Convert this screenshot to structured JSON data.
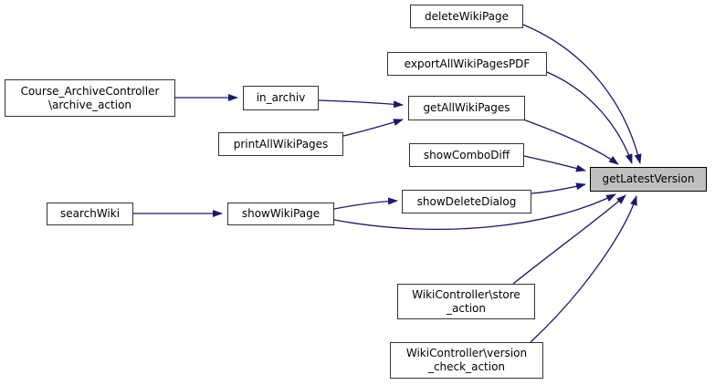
{
  "diagram": {
    "kind": "call-graph",
    "highlighted_node": "getLatestVersion",
    "colors": {
      "background": "#ffffff",
      "edge": "#191970",
      "node_border": "#333333",
      "node_fill": "#ffffff",
      "highlight_fill": "#bfbfbf",
      "text": "#000000"
    },
    "nodes": {
      "delete_wiki_page": {
        "label": "deleteWikiPage"
      },
      "export_all_wiki_pages_pdf": {
        "label": "exportAllWikiPagesPDF"
      },
      "course_archive_controller": {
        "line1": "Course_ArchiveController",
        "line2": "\\archive_action"
      },
      "in_archiv": {
        "label": "in_archiv"
      },
      "get_all_wiki_pages": {
        "label": "getAllWikiPages"
      },
      "print_all_wiki_pages": {
        "label": "printAllWikiPages"
      },
      "show_combo_diff": {
        "label": "showComboDiff"
      },
      "get_latest_version": {
        "label": "getLatestVersion"
      },
      "show_delete_dialog": {
        "label": "showDeleteDialog"
      },
      "search_wiki": {
        "label": "searchWiki"
      },
      "show_wiki_page": {
        "label": "showWikiPage"
      },
      "wiki_controller_store": {
        "line1": "WikiController\\store",
        "line2": "_action"
      },
      "wiki_controller_version": {
        "line1": "WikiController\\version",
        "line2": "_check_action"
      }
    },
    "edges": [
      {
        "from": "Course_ArchiveController\\archive_action",
        "to": "in_archiv"
      },
      {
        "from": "in_archiv",
        "to": "getAllWikiPages"
      },
      {
        "from": "printAllWikiPages",
        "to": "getAllWikiPages"
      },
      {
        "from": "deleteWikiPage",
        "to": "getLatestVersion"
      },
      {
        "from": "exportAllWikiPagesPDF",
        "to": "getLatestVersion"
      },
      {
        "from": "getAllWikiPages",
        "to": "getLatestVersion"
      },
      {
        "from": "showComboDiff",
        "to": "getLatestVersion"
      },
      {
        "from": "showDeleteDialog",
        "to": "getLatestVersion"
      },
      {
        "from": "searchWiki",
        "to": "showWikiPage"
      },
      {
        "from": "showWikiPage",
        "to": "showDeleteDialog"
      },
      {
        "from": "showWikiPage",
        "to": "getLatestVersion"
      },
      {
        "from": "WikiController\\store_action",
        "to": "getLatestVersion"
      },
      {
        "from": "WikiController\\version_check_action",
        "to": "getLatestVersion"
      }
    ]
  }
}
